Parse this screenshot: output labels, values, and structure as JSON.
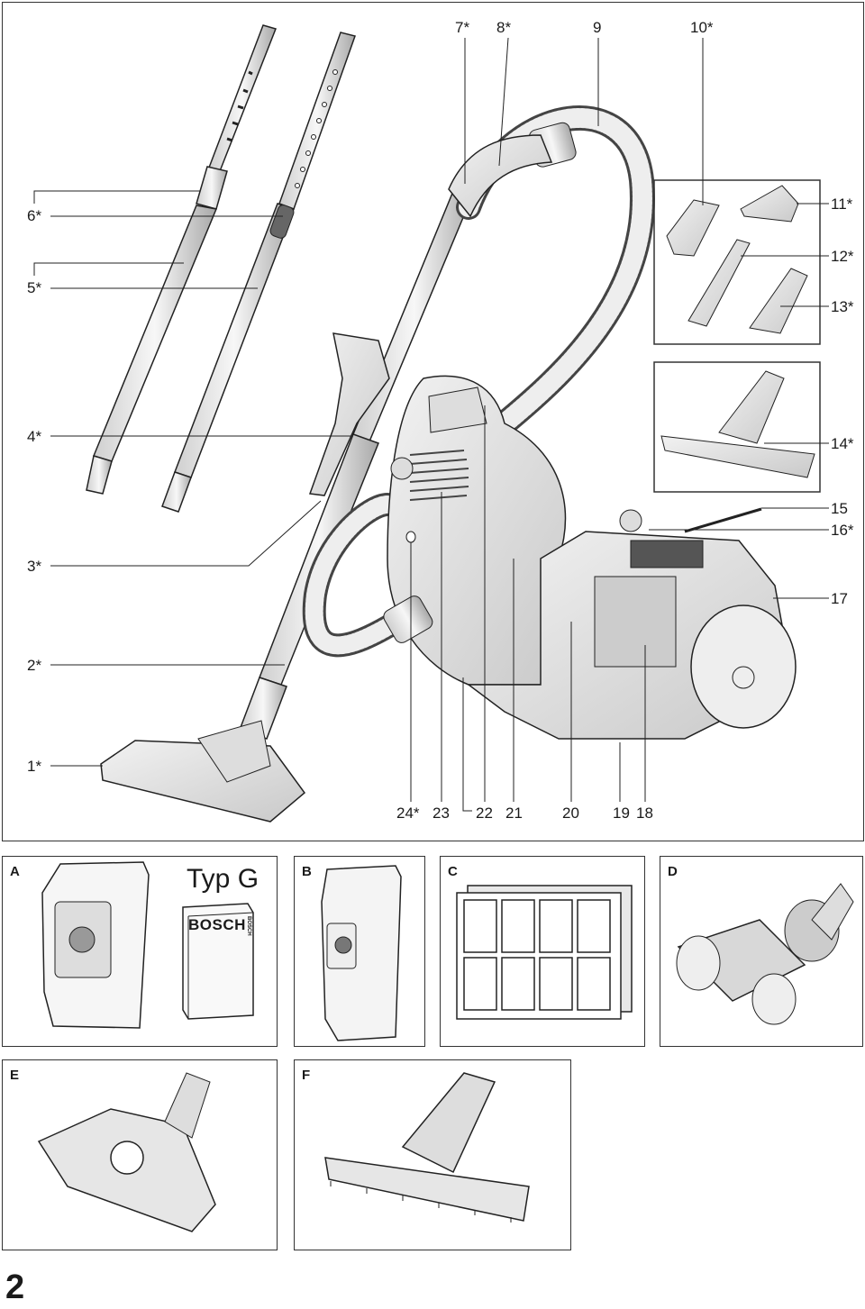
{
  "main_labels": {
    "l1": "1*",
    "l2": "2*",
    "l3": "3*",
    "l4": "4*",
    "l5": "5*",
    "l6": "6*",
    "l7": "7*",
    "l8": "8*",
    "l9": "9",
    "l10": "10*",
    "l11": "11*",
    "l12": "12*",
    "l13": "13*",
    "l14": "14*",
    "l15": "15",
    "l16": "16*",
    "l17": "17",
    "l18": "18",
    "l19": "19",
    "l20": "20",
    "l21": "21",
    "l22": "22",
    "l23": "23",
    "l24": "24*"
  },
  "panels": {
    "a": "A",
    "b": "B",
    "c": "C",
    "d": "D",
    "e": "E",
    "f": "F"
  },
  "panel_a": {
    "type_label": "Typ G",
    "brand": "BOSCH",
    "brand_small": "BOSCH"
  },
  "page_number": "2",
  "colors": {
    "line": "#222222",
    "fill": "#e6e6e6",
    "dark": "#555555"
  }
}
